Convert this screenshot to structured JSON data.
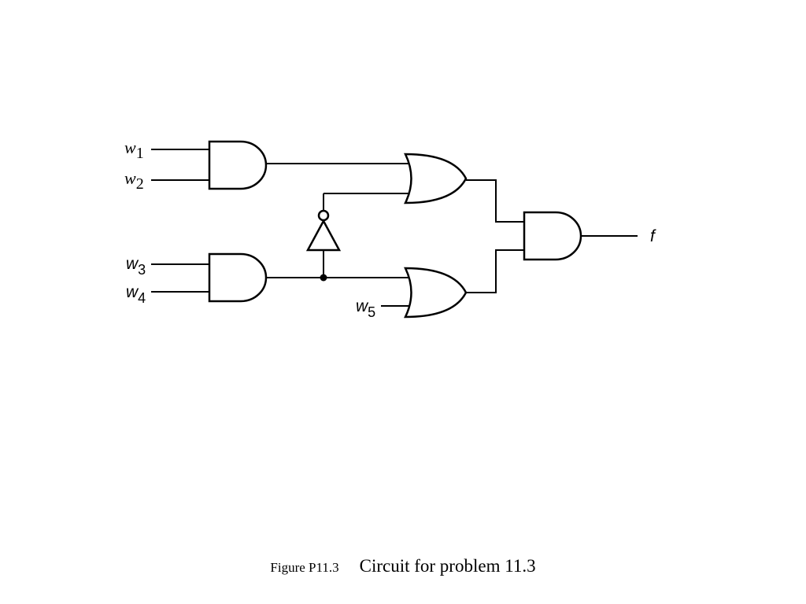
{
  "diagram": {
    "inputs": {
      "w1": {
        "base": "w",
        "sub": "1"
      },
      "w2": {
        "base": "w",
        "sub": "2"
      },
      "w3": {
        "base": "w",
        "sub": "3"
      },
      "w4": {
        "base": "w",
        "sub": "4"
      },
      "w5": {
        "base": "w",
        "sub": "5"
      }
    },
    "output": "f"
  },
  "caption": {
    "label": "Figure P11.3",
    "title": "Circuit for problem 11.3"
  }
}
